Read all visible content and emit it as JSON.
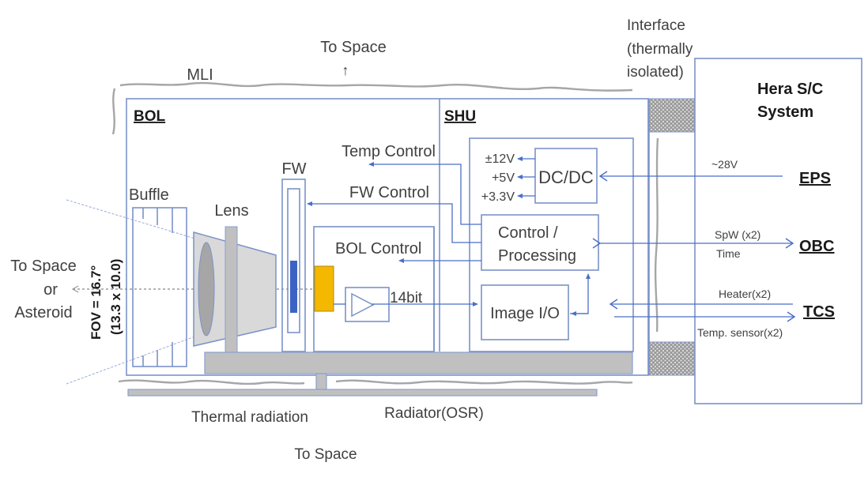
{
  "diagram": {
    "title": "BOL / SHU block diagram with Hera S/C interfaces",
    "top": {
      "to_space": "To Space",
      "to_space_arrow": "↑",
      "mli": "MLI",
      "interface_line1": "Interface",
      "interface_line2": "(thermally",
      "interface_line3": "isolated)"
    },
    "bol": {
      "title": "BOL",
      "buffle": "Buffle",
      "lens": "Lens",
      "fw": "FW",
      "bol_control": "BOL Control",
      "adc_bits": "14bit",
      "temp_control": "Temp Control",
      "fw_control": "FW Control"
    },
    "fov": {
      "line1": "FOV = 16.7°",
      "line2": "(13.3 x 10.0)",
      "target_line1": "To Space",
      "target_line2": "or",
      "target_line3": "Asteroid"
    },
    "shu": {
      "title": "SHU",
      "dcdc": "DC/DC",
      "outputs": [
        "±12V",
        "+5V",
        "+3.3V"
      ],
      "control_line1": "Control /",
      "control_line2": "Processing",
      "image_io": "Image I/O"
    },
    "spacecraft": {
      "title_line1": "Hera S/C",
      "title_line2": "System",
      "interfaces": [
        {
          "name": "EPS",
          "signal": "~28V"
        },
        {
          "name": "OBC",
          "signal": "SpW (x2)",
          "signal2": "Time"
        },
        {
          "name": "TCS",
          "signal": "Heater(x2)",
          "signal2": "Temp. sensor(x2)"
        }
      ]
    },
    "bottom": {
      "thermal_radiation": "Thermal radiation",
      "radiator": "Radiator(OSR)",
      "to_space": "To Space"
    },
    "colors": {
      "box_stroke": "#7b92c9",
      "wire": "#4a6fc7",
      "structure_gray": "#c0c0c0",
      "filter_blue": "#3b63c4",
      "detector_orange": "#f5b800",
      "lens_gray": "#d9d9d9",
      "mli_gray": "#a6a6a6"
    }
  }
}
